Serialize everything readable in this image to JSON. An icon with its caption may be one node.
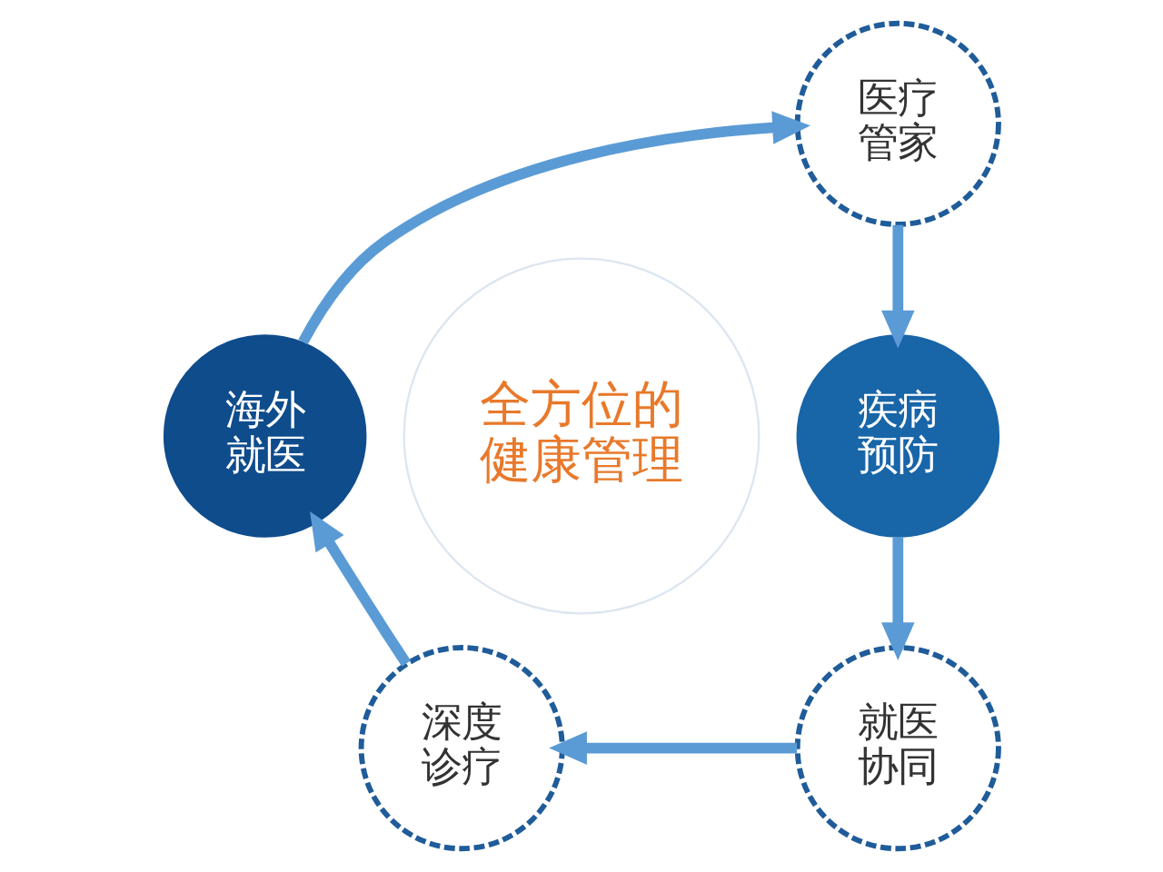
{
  "diagram": {
    "nodes": [
      {
        "text": [
          "医疗管家"
        ]
      },
      {
        "text": [
          "海外就医"
        ]
      },
      {
        "text": [
          "全方位的健康管理"
        ]
      },
      {
        "text": [
          "疾病预防"
        ]
      },
      {
        "text": [
          "深度诊疗"
        ]
      },
      {
        "text": [
          "就医协同"
        ]
      }
    ],
    "edges": [
      {
        "from": 1,
        "to": 0,
        "arrow": "to"
      },
      {
        "from": 0,
        "to": 3,
        "arrow": "to"
      },
      {
        "from": 3,
        "to": 5,
        "arrow": "to"
      },
      {
        "from": 5,
        "to": 4,
        "arrow": "to"
      },
      {
        "from": 4,
        "to": 1,
        "arrow": "to"
      }
    ]
  }
}
